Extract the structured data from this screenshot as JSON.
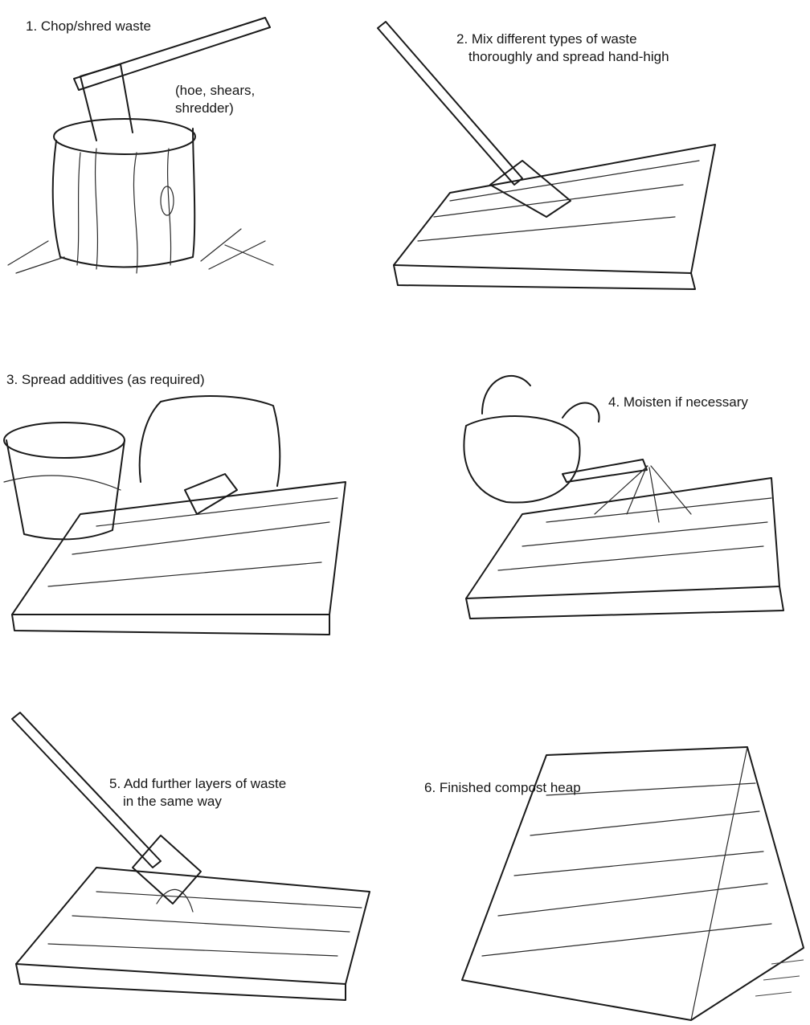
{
  "panels": [
    {
      "id": "chop",
      "label": "1. Chop/shred waste",
      "note_lines": [
        "(hoe, shears,",
        "shredder)"
      ],
      "icon": "axe-in-stump-icon"
    },
    {
      "id": "mix",
      "label_lines": [
        "2. Mix different types of waste",
        "thoroughly and spread hand-high"
      ],
      "icon": "spade-on-layer-icon"
    },
    {
      "id": "additives",
      "label": "3. Spread additives (as required)",
      "icon": "bucket-and-sack-icon"
    },
    {
      "id": "moisten",
      "label": "4. Moisten if necessary",
      "icon": "watering-can-icon"
    },
    {
      "id": "layers",
      "label_lines": [
        "5. Add further layers of waste",
        "in the same way"
      ],
      "icon": "spade-adding-layer-icon"
    },
    {
      "id": "finished",
      "label": "6. Finished compost heap",
      "icon": "compost-heap-icon"
    }
  ],
  "colors": {
    "ink": "#1a1a1a",
    "paper": "#ffffff"
  }
}
